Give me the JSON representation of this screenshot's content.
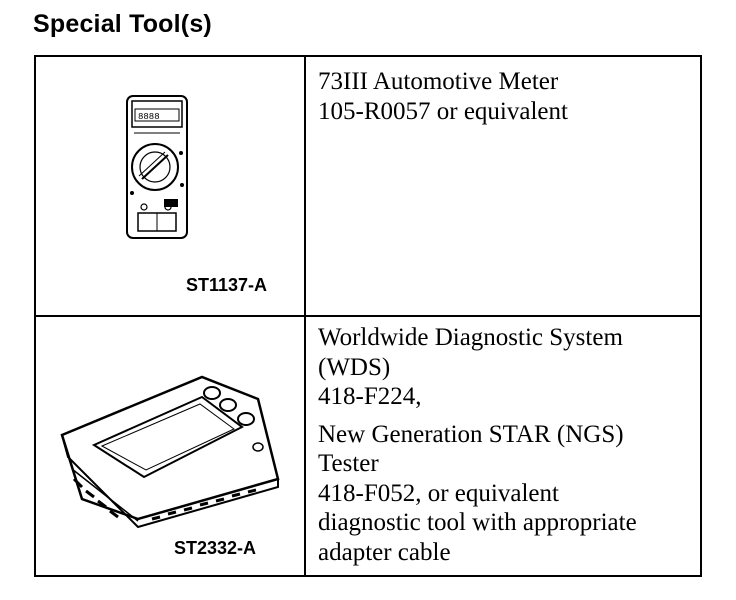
{
  "title": "Special Tool(s)",
  "tools": [
    {
      "code": "ST1137-A",
      "icon": "multimeter-icon",
      "lines": [
        "73III Automotive Meter",
        "105-R0057 or equivalent"
      ]
    },
    {
      "code": "ST2332-A",
      "icon": "diagnostic-tablet-icon",
      "lines_a": [
        "Worldwide Diagnostic System",
        "(WDS)",
        "418-F224,"
      ],
      "lines_b": [
        "New Generation STAR (NGS)",
        "Tester",
        "418-F052, or equivalent",
        "diagnostic tool with appropriate",
        "adapter cable"
      ]
    }
  ]
}
